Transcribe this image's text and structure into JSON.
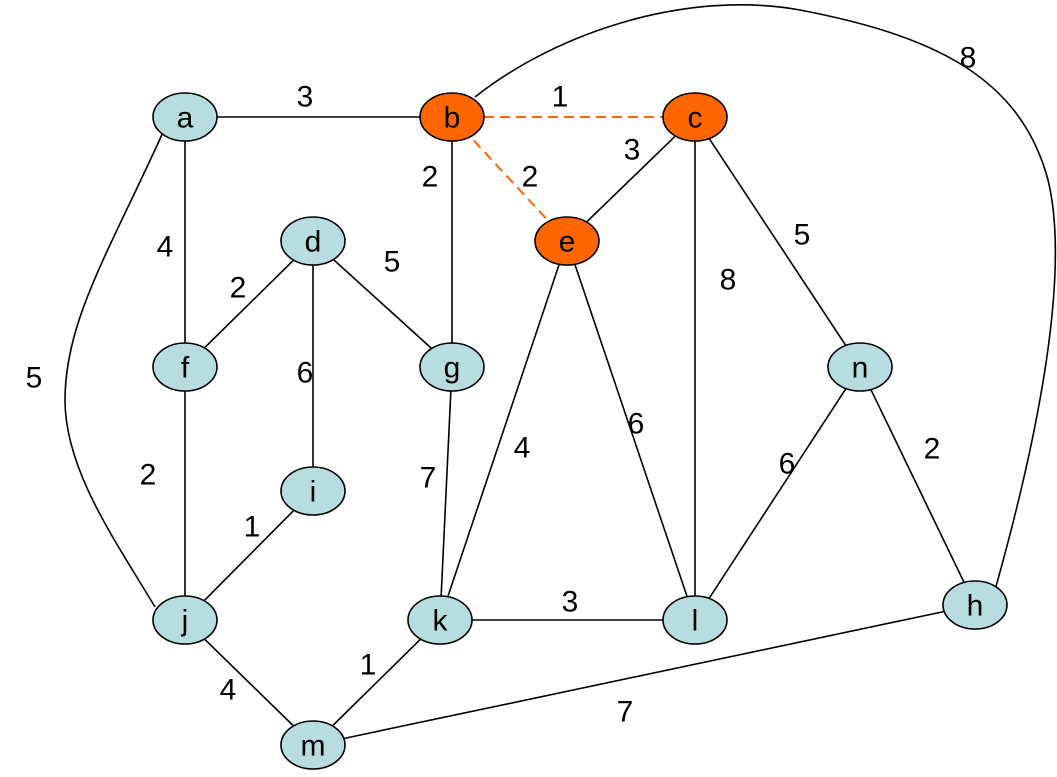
{
  "graph": {
    "colors": {
      "node_default": "#b7dde0",
      "node_highlight": "#ff6600",
      "edge_default": "#000000",
      "edge_highlight": "#ff6600",
      "stroke": "#000000"
    },
    "nodes": [
      {
        "id": "a",
        "label": "a",
        "highlighted": false
      },
      {
        "id": "b",
        "label": "b",
        "highlighted": true
      },
      {
        "id": "c",
        "label": "c",
        "highlighted": true
      },
      {
        "id": "d",
        "label": "d",
        "highlighted": false
      },
      {
        "id": "e",
        "label": "e",
        "highlighted": true
      },
      {
        "id": "f",
        "label": "f",
        "highlighted": false
      },
      {
        "id": "g",
        "label": "g",
        "highlighted": false
      },
      {
        "id": "h",
        "label": "h",
        "highlighted": false
      },
      {
        "id": "i",
        "label": "i",
        "highlighted": false
      },
      {
        "id": "j",
        "label": "j",
        "highlighted": false
      },
      {
        "id": "k",
        "label": "k",
        "highlighted": false
      },
      {
        "id": "l",
        "label": "l",
        "highlighted": false
      },
      {
        "id": "m",
        "label": "m",
        "highlighted": false
      },
      {
        "id": "n",
        "label": "n",
        "highlighted": false
      }
    ],
    "edges": [
      {
        "id": "a-b",
        "from": "a",
        "to": "b",
        "weight": "3",
        "highlighted": false
      },
      {
        "id": "a-f",
        "from": "a",
        "to": "f",
        "weight": "4",
        "highlighted": false
      },
      {
        "id": "a-j",
        "from": "a",
        "to": "j",
        "weight": "5",
        "highlighted": false
      },
      {
        "id": "b-c",
        "from": "b",
        "to": "c",
        "weight": "1",
        "highlighted": true
      },
      {
        "id": "b-e",
        "from": "b",
        "to": "e",
        "weight": "2",
        "highlighted": true
      },
      {
        "id": "b-g",
        "from": "b",
        "to": "g",
        "weight": "2",
        "highlighted": false
      },
      {
        "id": "b-h",
        "from": "b",
        "to": "h",
        "weight": "8",
        "highlighted": false
      },
      {
        "id": "c-e",
        "from": "c",
        "to": "e",
        "weight": "3",
        "highlighted": false
      },
      {
        "id": "c-l",
        "from": "c",
        "to": "l",
        "weight": "8",
        "highlighted": false
      },
      {
        "id": "c-n",
        "from": "c",
        "to": "n",
        "weight": "5",
        "highlighted": false
      },
      {
        "id": "d-f",
        "from": "d",
        "to": "f",
        "weight": "2",
        "highlighted": false
      },
      {
        "id": "d-g",
        "from": "d",
        "to": "g",
        "weight": "5",
        "highlighted": false
      },
      {
        "id": "d-i",
        "from": "d",
        "to": "i",
        "weight": "6",
        "highlighted": false
      },
      {
        "id": "e-k",
        "from": "e",
        "to": "k",
        "weight": "4",
        "highlighted": false
      },
      {
        "id": "e-l",
        "from": "e",
        "to": "l",
        "weight": "6",
        "highlighted": false
      },
      {
        "id": "f-j",
        "from": "f",
        "to": "j",
        "weight": "2",
        "highlighted": false
      },
      {
        "id": "g-k",
        "from": "g",
        "to": "k",
        "weight": "7",
        "highlighted": false
      },
      {
        "id": "i-j",
        "from": "i",
        "to": "j",
        "weight": "1",
        "highlighted": false
      },
      {
        "id": "j-m",
        "from": "j",
        "to": "m",
        "weight": "4",
        "highlighted": false
      },
      {
        "id": "k-l",
        "from": "k",
        "to": "l",
        "weight": "3",
        "highlighted": false
      },
      {
        "id": "k-m",
        "from": "k",
        "to": "m",
        "weight": "1",
        "highlighted": false
      },
      {
        "id": "l-n",
        "from": "l",
        "to": "n",
        "weight": "6",
        "highlighted": false
      },
      {
        "id": "n-h",
        "from": "n",
        "to": "h",
        "weight": "2",
        "highlighted": false
      },
      {
        "id": "m-h",
        "from": "m",
        "to": "h",
        "weight": "7",
        "highlighted": false
      }
    ]
  }
}
